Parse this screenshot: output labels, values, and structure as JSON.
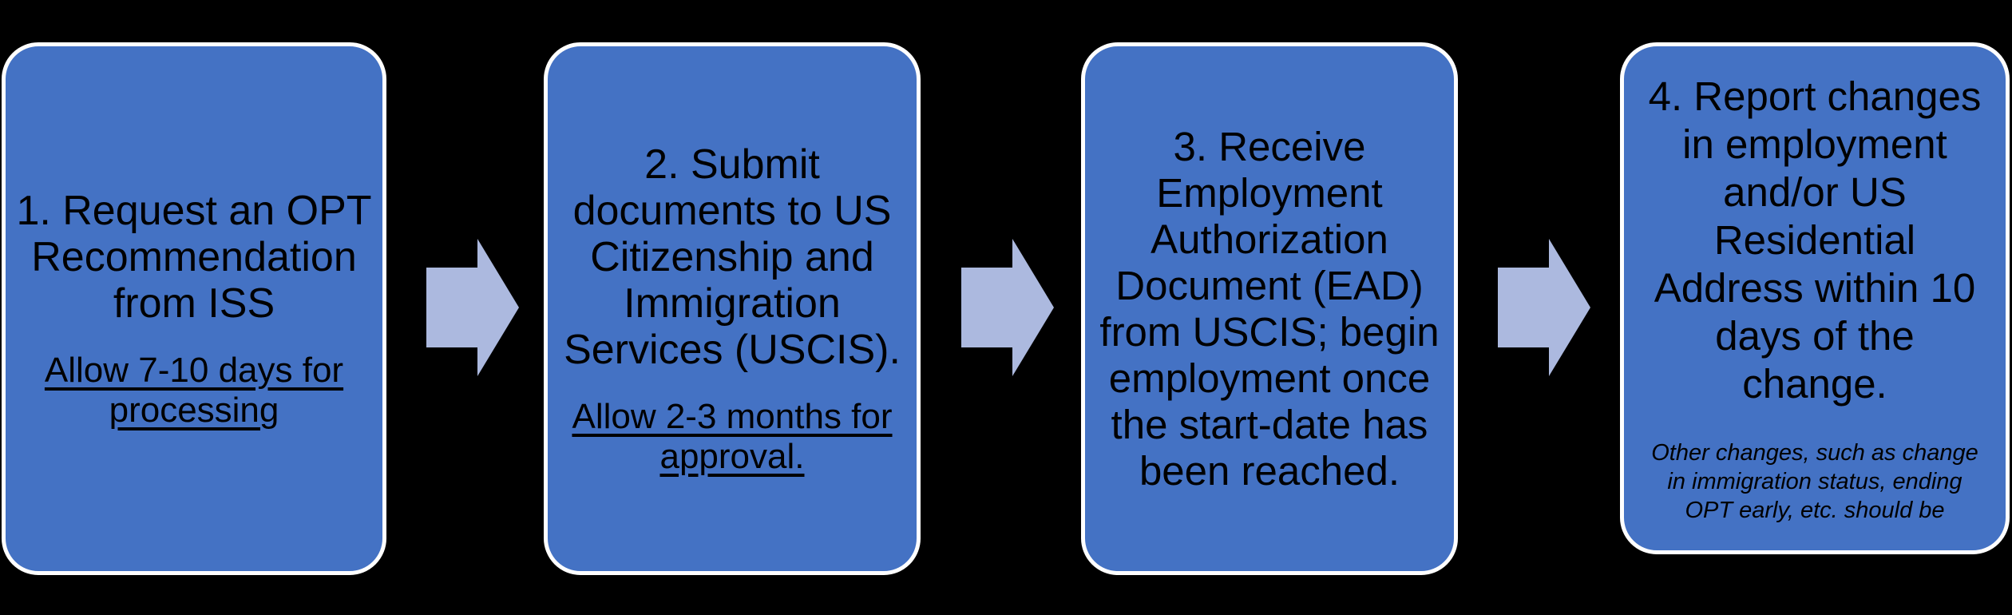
{
  "colors": {
    "background": "#000000",
    "box_fill": "#4472C4",
    "box_border": "#FFFFFF",
    "arrow_fill": "#ACB9DF",
    "text": "#000000"
  },
  "flowchart": {
    "description": "OPT application process flow, 4 steps connected by right-pointing arrows"
  },
  "steps": [
    {
      "title": "1. Request an OPT\nRecommendation\nfrom ISS",
      "note": "Allow 7-10 days for\nprocessing"
    },
    {
      "title": "2. Submit\ndocuments to US\nCitizenship and\nImmigration\nServices (USCIS).",
      "note": "Allow 2-3 months for\napproval."
    },
    {
      "title": "3. Receive\nEmployment\nAuthorization\nDocument (EAD)\nfrom USCIS; begin\nemployment once\nthe start-date has\nbeen reached.",
      "note": ""
    },
    {
      "title": "4. Report changes\nin employment\nand/or US\nResidential\nAddress within 10\ndays of the\nchange.",
      "note": "Other changes, such as change\nin immigration status, ending\nOPT early, etc. should be"
    }
  ]
}
